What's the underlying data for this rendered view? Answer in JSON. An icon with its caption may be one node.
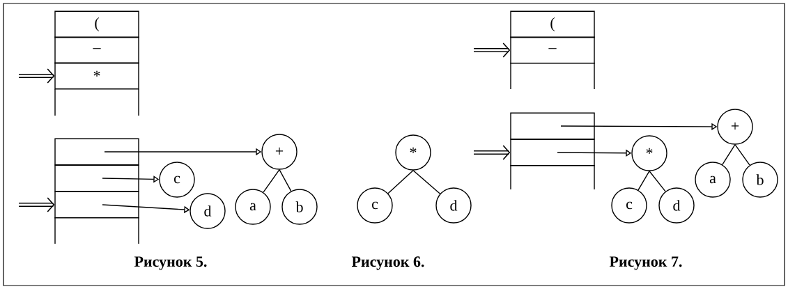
{
  "diagram": {
    "nodes": [
      {
        "text": [
          "("
        ]
      },
      {
        "text": [
          "–"
        ]
      },
      {
        "text": [
          "*"
        ]
      },
      {
        "text": [],
        "shape": "box"
      },
      {
        "text": [],
        "shape": "box"
      },
      {
        "text": [],
        "shape": "box"
      },
      {
        "text": [
          "c"
        ]
      },
      {
        "text": [
          "d"
        ]
      },
      {
        "text": [
          "+"
        ]
      },
      {
        "text": [
          "a"
        ]
      },
      {
        "text": [
          "b"
        ]
      },
      {
        "text": [
          "*"
        ]
      },
      {
        "text": [
          "c"
        ]
      },
      {
        "text": [
          "d"
        ]
      },
      {
        "text": [
          "("
        ]
      },
      {
        "text": [
          "–"
        ]
      },
      {
        "text": [],
        "shape": "box"
      },
      {
        "text": [],
        "shape": "box"
      },
      {
        "text": [
          "+"
        ]
      },
      {
        "text": [
          "a"
        ]
      },
      {
        "text": [
          "b"
        ]
      },
      {
        "text": [
          "*"
        ]
      },
      {
        "text": [
          "c"
        ]
      },
      {
        "text": [
          "d"
        ]
      }
    ],
    "edges": [
      {
        "from": null,
        "to": 2,
        "arrow": "to",
        "style": "thick"
      },
      {
        "from": null,
        "to": 5,
        "arrow": "to",
        "style": "thick"
      },
      {
        "from": 3,
        "to": 8,
        "arrow": "to"
      },
      {
        "from": 4,
        "to": 6,
        "arrow": "to"
      },
      {
        "from": 5,
        "to": 7,
        "arrow": "to"
      },
      {
        "from": 8,
        "to": 9,
        "arrow": "none"
      },
      {
        "from": 8,
        "to": 10,
        "arrow": "none"
      },
      {
        "from": 11,
        "to": 12,
        "arrow": "none"
      },
      {
        "from": 11,
        "to": 13,
        "arrow": "none"
      },
      {
        "from": null,
        "to": 15,
        "arrow": "to",
        "style": "thick"
      },
      {
        "from": null,
        "to": 17,
        "arrow": "to",
        "style": "thick"
      },
      {
        "from": 16,
        "to": 18,
        "arrow": "to"
      },
      {
        "from": 17,
        "to": 21,
        "arrow": "to"
      },
      {
        "from": 18,
        "to": 19,
        "arrow": "none"
      },
      {
        "from": 18,
        "to": 20,
        "arrow": "none"
      },
      {
        "from": 21,
        "to": 22,
        "arrow": "none"
      },
      {
        "from": 21,
        "to": 23,
        "arrow": "none"
      }
    ],
    "labels": [
      "Рисунок 5.",
      "Рисунок 6.",
      "Рисунок 7."
    ]
  }
}
